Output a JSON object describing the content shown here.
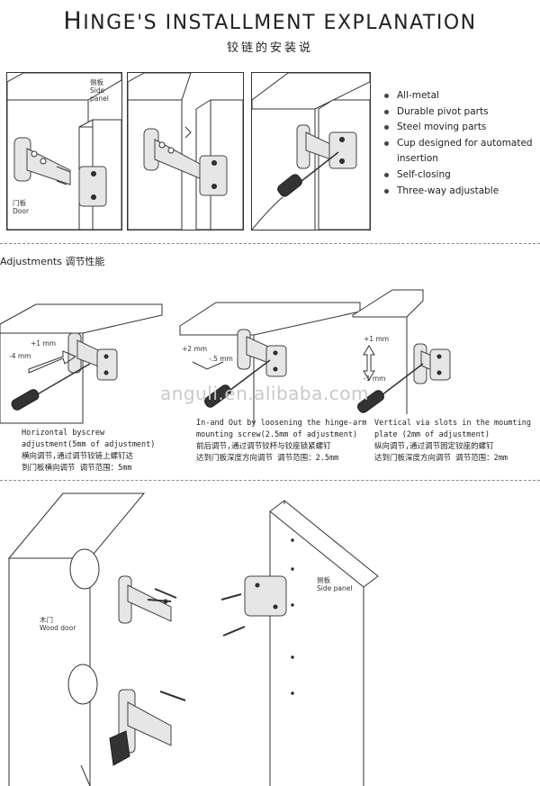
{
  "header": {
    "title_cap": "H",
    "title_rest": "INGE'S INSTALLMENT EXPLANATION",
    "subtitle_cn": "铰链的安装说"
  },
  "top_panels": {
    "side_panel_cn": "侧板",
    "side_panel_en_1": "Side",
    "side_panel_en_2": "panel",
    "door_cn": "门板",
    "door_en": "Door"
  },
  "features": [
    "All-metal",
    "Durable pivot parts",
    "Steel moving parts",
    "Cup designed for automated",
    "insertion",
    "Self-closing",
    "Three-way adjustable"
  ],
  "adjustments": {
    "heading": "Adjustments  调节性能",
    "horizontal": {
      "plus": "+1 mm",
      "minus": "-4 mm",
      "lines": [
        "Horizontal  byscrew",
        "adjustment(5mm of adjustment)",
        "横向调节,通过调节铰链上螺钉达",
        "到门板横向调节   调节范围：5mm"
      ]
    },
    "depth": {
      "plus": "+2 mm",
      "minus": "-.5 mm",
      "lines": [
        "In-and Out by loosening the hinge-arm",
        "mounting screw(2.5mm of adjustment)",
        "前后调节,通过调节铰杯与铰座锁紧螺钉",
        "达到门板深度方向调节   调节范围：2.5mm"
      ]
    },
    "vertical": {
      "plus": "+1 mm",
      "minus": "-1 mm",
      "lines": [
        "Vertical via slots in the moumting",
        "plate (2mm of adjustment)",
        "纵向调节,通过调节固定铰座的螺钉",
        "达到门板深度方向调节   调节范围：2mm"
      ]
    }
  },
  "watermark": "anguli.en.alibaba.com",
  "bottom": {
    "wood_door_cn": "木门",
    "wood_door_en": "Wood door",
    "side_panel_cn": "侧板",
    "side_panel_en": "Side panel"
  }
}
